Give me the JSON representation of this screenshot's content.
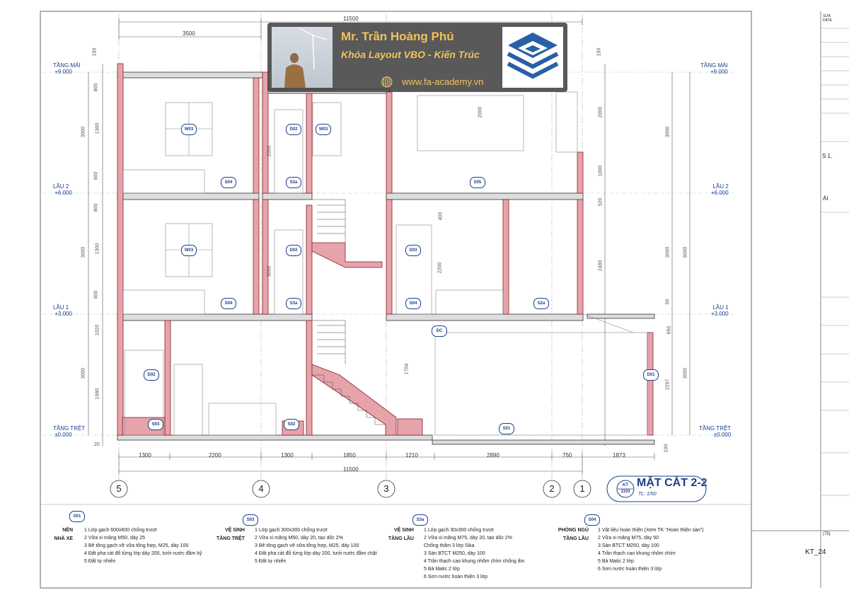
{
  "banner": {
    "name": "Mr. Trần Hoàng Phú",
    "course": "Khóa Layout VBO - Kiến Trúc",
    "website": "www.fa-academy.vn"
  },
  "levels": [
    {
      "name": "TẦNG MÁI",
      "elev": "+9.000"
    },
    {
      "name": "LẦU 2",
      "elev": "+6.000"
    },
    {
      "name": "LẦU 1",
      "elev": "+3.000"
    },
    {
      "name": "TẦNG TRỆT",
      "elev": "±0.000"
    }
  ],
  "top_dims": {
    "overall": "11500",
    "left_span": "3500"
  },
  "bottom_dims": [
    "1300",
    "2200",
    "1300",
    "1850",
    "1210",
    "2890",
    "750",
    "1873"
  ],
  "bottom_total": "11500",
  "axes": [
    "5",
    "4",
    "3",
    "2",
    "1"
  ],
  "left_dims": [
    "150",
    "800",
    "3000",
    "1300",
    "900",
    "800",
    "3000",
    "1300",
    "900",
    "1020",
    "3000",
    "1980",
    "20"
  ],
  "right_dims": [
    "150",
    "2000",
    "3000",
    "1000",
    "520",
    "3000",
    "9000",
    "2480",
    "50",
    "650",
    "3000",
    "2297",
    "100"
  ],
  "inner_dims": [
    "2000",
    "3000",
    "400",
    "2200",
    "1704"
  ],
  "tags": {
    "doors": [
      "D02",
      "D02",
      "D03",
      "D02",
      "D01",
      "DC"
    ],
    "windows": [
      "W03",
      "W03",
      "W03"
    ],
    "floors": [
      "S04",
      "S3a",
      "S05",
      "S04",
      "S3a",
      "S04",
      "S2a",
      "S03",
      "S02",
      "S01"
    ]
  },
  "title": {
    "code": "KT",
    "code2": "1103",
    "name": "MẶT CẮT 2-2",
    "scale": "TL: 1/50"
  },
  "legends": [
    {
      "tag": "S01",
      "heading": [
        "NỀN",
        "NHÀ XE"
      ],
      "items": [
        "1  Lớp gạch 600x600 chống trượt",
        "2  Vữa xi măng M50, dày 25",
        "3  Bê tông gạch vỡ vữa tổng hợp, M25, dày 100",
        "4  Đất pha cát đổ từng lớp dày 200, tưới nước đầm kỹ",
        "5  Đất tự nhiên"
      ]
    },
    {
      "tag": "S03",
      "heading": [
        "VỆ SINH",
        "TẦNG TRỆT"
      ],
      "items": [
        "1  Lớp gạch 300x300 chống trượt",
        "2  Vữa xi măng M50, dày 20, tạo dốc 2%",
        "3  Bê tông gạch vỡ vữa tổng hợp, M25, dày 100",
        "4  Đất pha cát đổ từng lớp dày 200, tưới nước đầm chặt",
        "5  Đất tự nhiên"
      ]
    },
    {
      "tag": "S3a",
      "heading": [
        "VỆ SINH",
        "TẦNG LẦU"
      ],
      "items": [
        "1  Lớp gạch 30x300 chống trượt",
        "2  Vữa xi măng M75, dày 20, tạo dốc 2%",
        "    Chống thấm 3 lớp Sika",
        "3  Sàn BTCT M250, dày 100",
        "4  Trần thạch cao khung nhôm chìm chống ẩm",
        "5  Bả Matic 2 lớp",
        "6  Sơn nước hoàn thiện 3 lớp"
      ]
    },
    {
      "tag": "S04",
      "heading": [
        "PHÒNG NGỦ",
        "TẦNG LẦU"
      ],
      "items": [
        "1  Vật liệu hoàn thiện (Xem TK \"Hoàn thiện sàn\")",
        "2  Vữa xi măng M75, dày 50",
        "3  Sàn BTCT M250, dày 100",
        "4  Trần thạch cao khung nhôm chìm",
        "5  Bả Matic 2 lớp",
        "6  Sơn nước hoàn thiện 3 lớp"
      ]
    }
  ],
  "titleblock": {
    "rev": "SỬA\nDATE",
    "frag1": "S 1,",
    "frag2": "ÁI",
    "frag3": "(75)",
    "sheet": "KT_24"
  }
}
